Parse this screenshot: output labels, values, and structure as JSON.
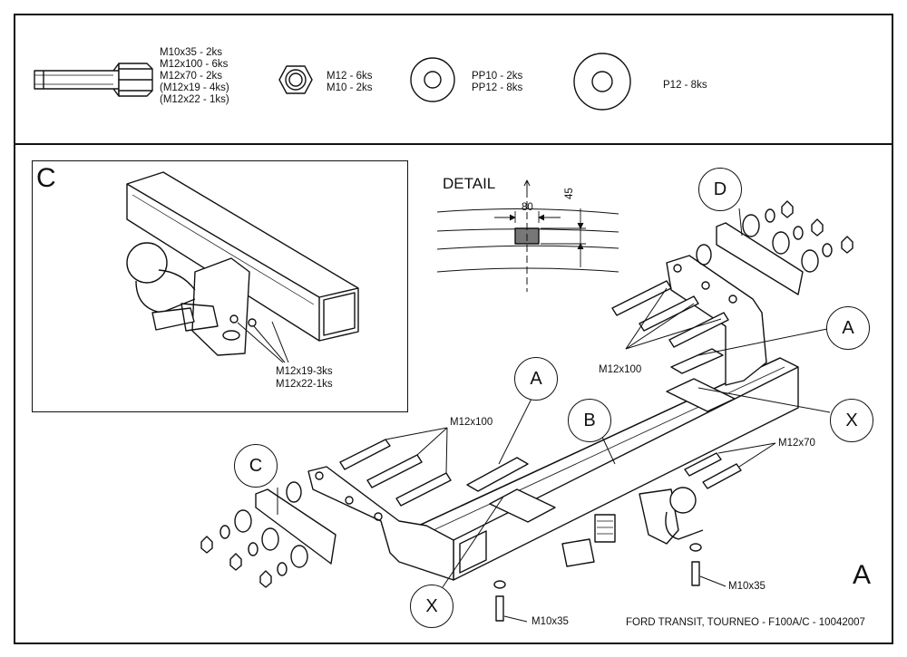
{
  "parts_legend": {
    "bolt_lines": [
      "M10x35 - 2ks",
      "M12x100 - 6ks",
      "M12x70 - 2ks",
      "(M12x19 - 4ks)",
      "(M12x22 - 1ks)"
    ],
    "nut_lines": [
      "M12 - 6ks",
      "M10 - 2ks"
    ],
    "washer_small_lines": [
      "PP10 - 2ks",
      "PP12 - 8ks"
    ],
    "washer_large_lines": [
      "P12 - 8ks"
    ]
  },
  "detail_c": {
    "letter": "C",
    "bolt_label_1": "M12x19-3ks",
    "bolt_label_2": "M12x22-1ks"
  },
  "detail": {
    "title": "DETAIL",
    "dim_width": "80",
    "dim_height": "45"
  },
  "main_view": {
    "view_letter": "A",
    "callouts": {
      "A1": "A",
      "A2": "A",
      "B": "B",
      "C": "C",
      "D": "D",
      "X1": "X",
      "X2": "X"
    },
    "labels": {
      "m12x100_left": "M12x100",
      "m12x100_right": "M12x100",
      "m12x70": "M12x70",
      "m10x35_left": "M10x35",
      "m10x35_right": "M10x35"
    },
    "footer": "FORD TRANSIT, TOURNEO - F100A/C - 10042007"
  }
}
